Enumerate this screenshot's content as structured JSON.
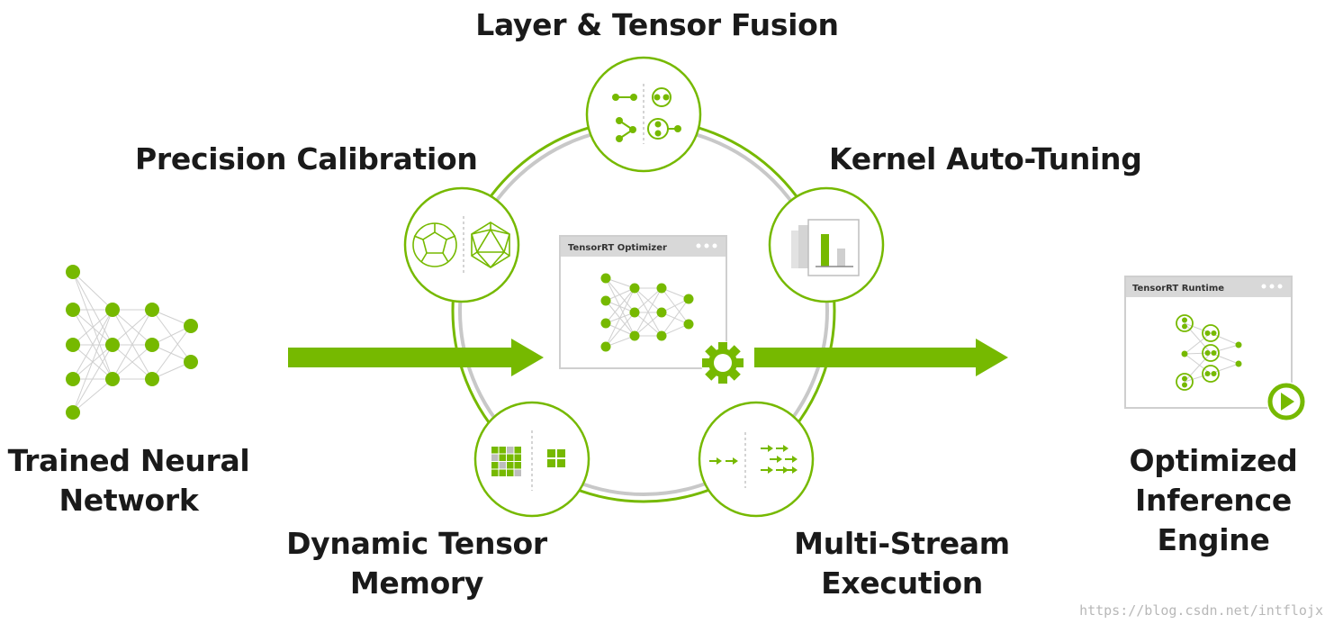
{
  "labels": {
    "layer_fusion": "Layer & Tensor Fusion",
    "precision_calibration": "Precision Calibration",
    "kernel_auto_tuning": "Kernel Auto-Tuning",
    "trained_network": [
      "Trained Neural",
      "Network"
    ],
    "dynamic_memory": [
      "Dynamic Tensor",
      "Memory"
    ],
    "multi_stream": [
      "Multi-Stream",
      "Execution"
    ],
    "optimized_engine": [
      "Optimized",
      "Inference",
      "Engine"
    ]
  },
  "windows": {
    "optimizer_title": "TensorRT Optimizer",
    "runtime_title": "TensorRT Runtime"
  },
  "watermark": "https://blog.csdn.net/intflojx",
  "colors": {
    "accent": "#76b900",
    "ring": "#c8c8c8",
    "window_bar": "#d8d8d8",
    "window_border": "#cfcfcf",
    "text": "#1a1a1a"
  },
  "icons": {
    "layer_fusion": "fusion-icon",
    "precision_calibration": "polyhedron-icon",
    "kernel_auto_tuning": "bar-chart-icon",
    "dynamic_memory": "memory-grid-icon",
    "multi_stream": "stream-arrows-icon",
    "optimizer": "gear-icon",
    "runtime": "play-icon"
  }
}
